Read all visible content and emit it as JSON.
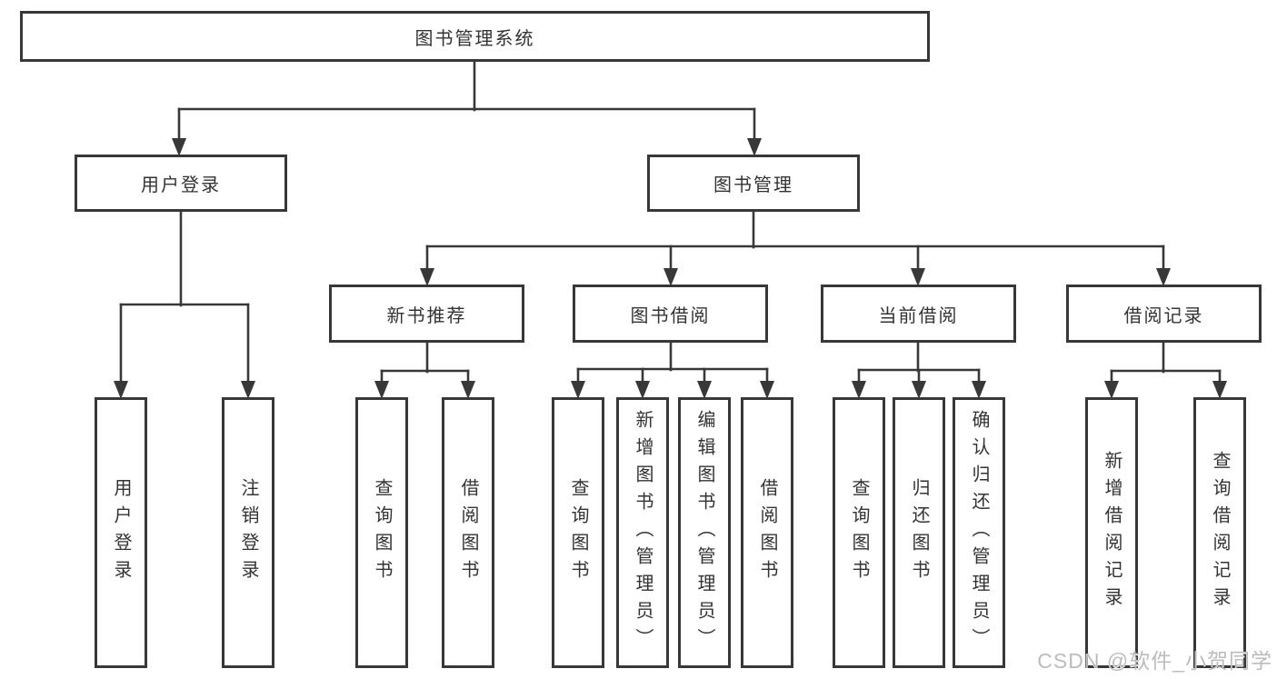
{
  "watermark": "CSDN @软件_小贺同学",
  "colors": {
    "line": "#383838",
    "text": "#333333",
    "background": "#ffffff",
    "watermark": "#bcbcbc"
  },
  "tree": {
    "label": "图书管理系统",
    "children": [
      {
        "label": "用户登录",
        "children": [
          {
            "label": "用户登录"
          },
          {
            "label": "注销登录"
          }
        ]
      },
      {
        "label": "图书管理",
        "children": [
          {
            "label": "新书推荐",
            "children": [
              {
                "label": "查询图书"
              },
              {
                "label": "借阅图书"
              }
            ]
          },
          {
            "label": "图书借阅",
            "children": [
              {
                "label": "查询图书"
              },
              {
                "label": "新增图书（管理员）"
              },
              {
                "label": "编辑图书（管理员）"
              },
              {
                "label": "借阅图书"
              }
            ]
          },
          {
            "label": "当前借阅",
            "children": [
              {
                "label": "查询图书"
              },
              {
                "label": "归还图书"
              },
              {
                "label": "确认归还（管理员）"
              }
            ]
          },
          {
            "label": "借阅记录",
            "children": [
              {
                "label": "新增借阅记录"
              },
              {
                "label": "查询借阅记录"
              }
            ]
          }
        ]
      }
    ]
  }
}
